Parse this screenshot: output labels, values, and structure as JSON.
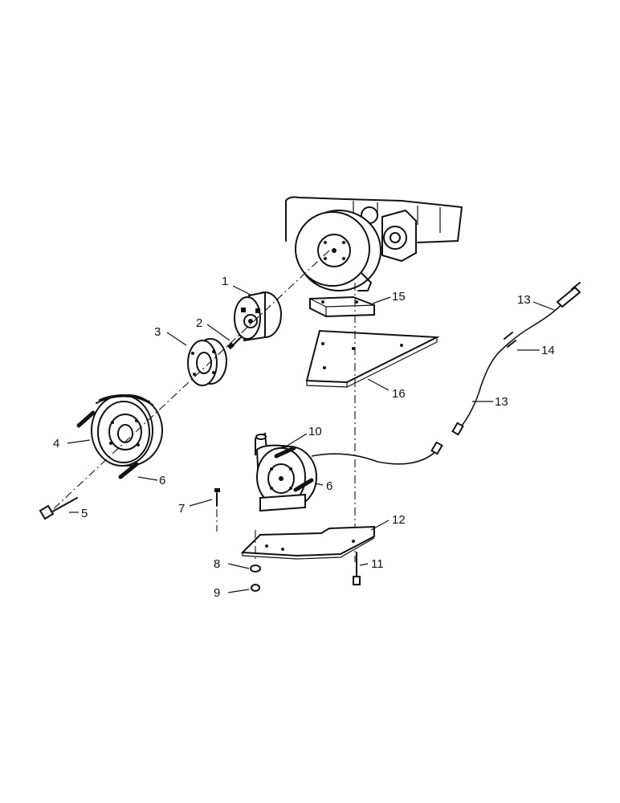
{
  "callouts": {
    "c1": "1",
    "c2": "2",
    "c3": "3",
    "c4": "4",
    "c5": "5",
    "c6a": "6",
    "c6b": "6",
    "c7": "7",
    "c8": "8",
    "c9": "9",
    "c10": "10",
    "c11": "11",
    "c12": "12",
    "c13a": "13",
    "c13b": "13",
    "c14": "14",
    "c15": "15",
    "c16": "16"
  },
  "colors": {
    "ink": "#111111",
    "paper": "#ffffff"
  }
}
